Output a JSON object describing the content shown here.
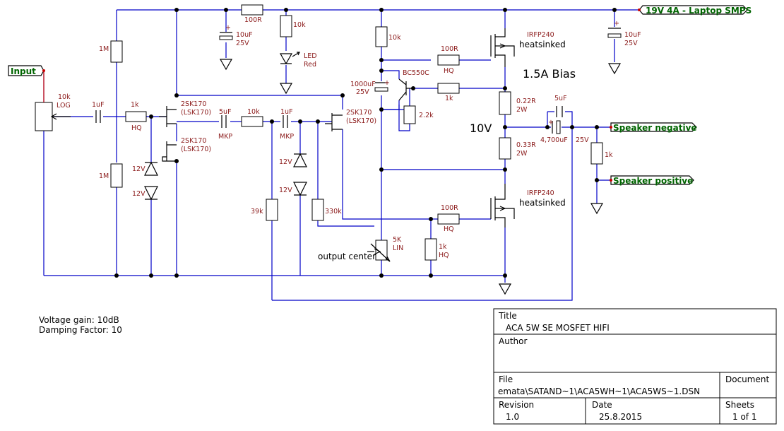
{
  "ports": {
    "input": "Input",
    "supply": "19V 4A - Laptop SMPS",
    "speaker_negative": "Speaker negative",
    "speaker_positive": "Speaker positive"
  },
  "components": {
    "r_1m_top": "1M",
    "r_1m_bot": "1M",
    "pot_input": [
      "10k",
      "LOG"
    ],
    "c_in": "1uF",
    "r_1k_in": [
      "1k",
      "HQ"
    ],
    "jfet_1": [
      "2SK170",
      "(LSK170)"
    ],
    "jfet_2": [
      "2SK170",
      "(LSK170)"
    ],
    "jfet_3": [
      "2SK170",
      "(LSK170)"
    ],
    "zener_1": "12V",
    "zener_2": "12V",
    "zener_3": "12V",
    "zener_4": "12V",
    "c_5uf": [
      "5uF",
      "MKP"
    ],
    "r_10k_mid": "10k",
    "c_1uf_mid": [
      "1uF",
      "MKP"
    ],
    "r_100r_top": "100R",
    "c_10uf_left": [
      "10uF",
      "25V"
    ],
    "r_10k_led": "10k",
    "led": [
      "LED",
      "Red"
    ],
    "r_10k_right": "10k",
    "c_1000uf": [
      "1000uF",
      "25V"
    ],
    "bc550c": "BC550C",
    "r_2_2k": "2.2k",
    "r_1k_bias": "1k",
    "r_100r_q1": [
      "100R",
      "HQ"
    ],
    "mosfet_top": [
      "IRFP240",
      "heatsinked"
    ],
    "mosfet_bot": [
      "IRFP240",
      "heatsinked"
    ],
    "r_022": [
      "0.22R",
      "2W"
    ],
    "r_033": [
      "0.33R",
      "2W"
    ],
    "c_out": [
      "4,700uF",
      "25V"
    ],
    "c_5uf_out": "5uF",
    "r_1k_out": "1k",
    "c_10uf_right": [
      "10uF",
      "25V"
    ],
    "r_39k": "39k",
    "r_330k": "330k",
    "pot_5k": [
      "5K",
      "LIN"
    ],
    "r_100r_q2": [
      "100R",
      "HQ"
    ],
    "r_1k_hq": [
      "1k",
      "HQ"
    ]
  },
  "annotations": {
    "bias": "1.5A Bias",
    "midpoint": "10V",
    "output_center": "output center",
    "voltage_gain": "Voltage gain: 10dB",
    "damping_factor": "Damping Factor: 10"
  },
  "title_block": {
    "title_label": "Title",
    "title_value": "ACA 5W SE MOSFET HIFI",
    "author_label": "Author",
    "author_value": "",
    "file_label": "File",
    "file_value": "emata\\SATAND~1\\ACA5WH~1\\ACA5WS~1.DSN",
    "document_label": "Document",
    "revision_label": "Revision",
    "revision_value": "1.0",
    "date_label": "Date",
    "date_value": "25.8.2015",
    "sheets_label": "Sheets",
    "sheets_value": "1 of 1"
  }
}
